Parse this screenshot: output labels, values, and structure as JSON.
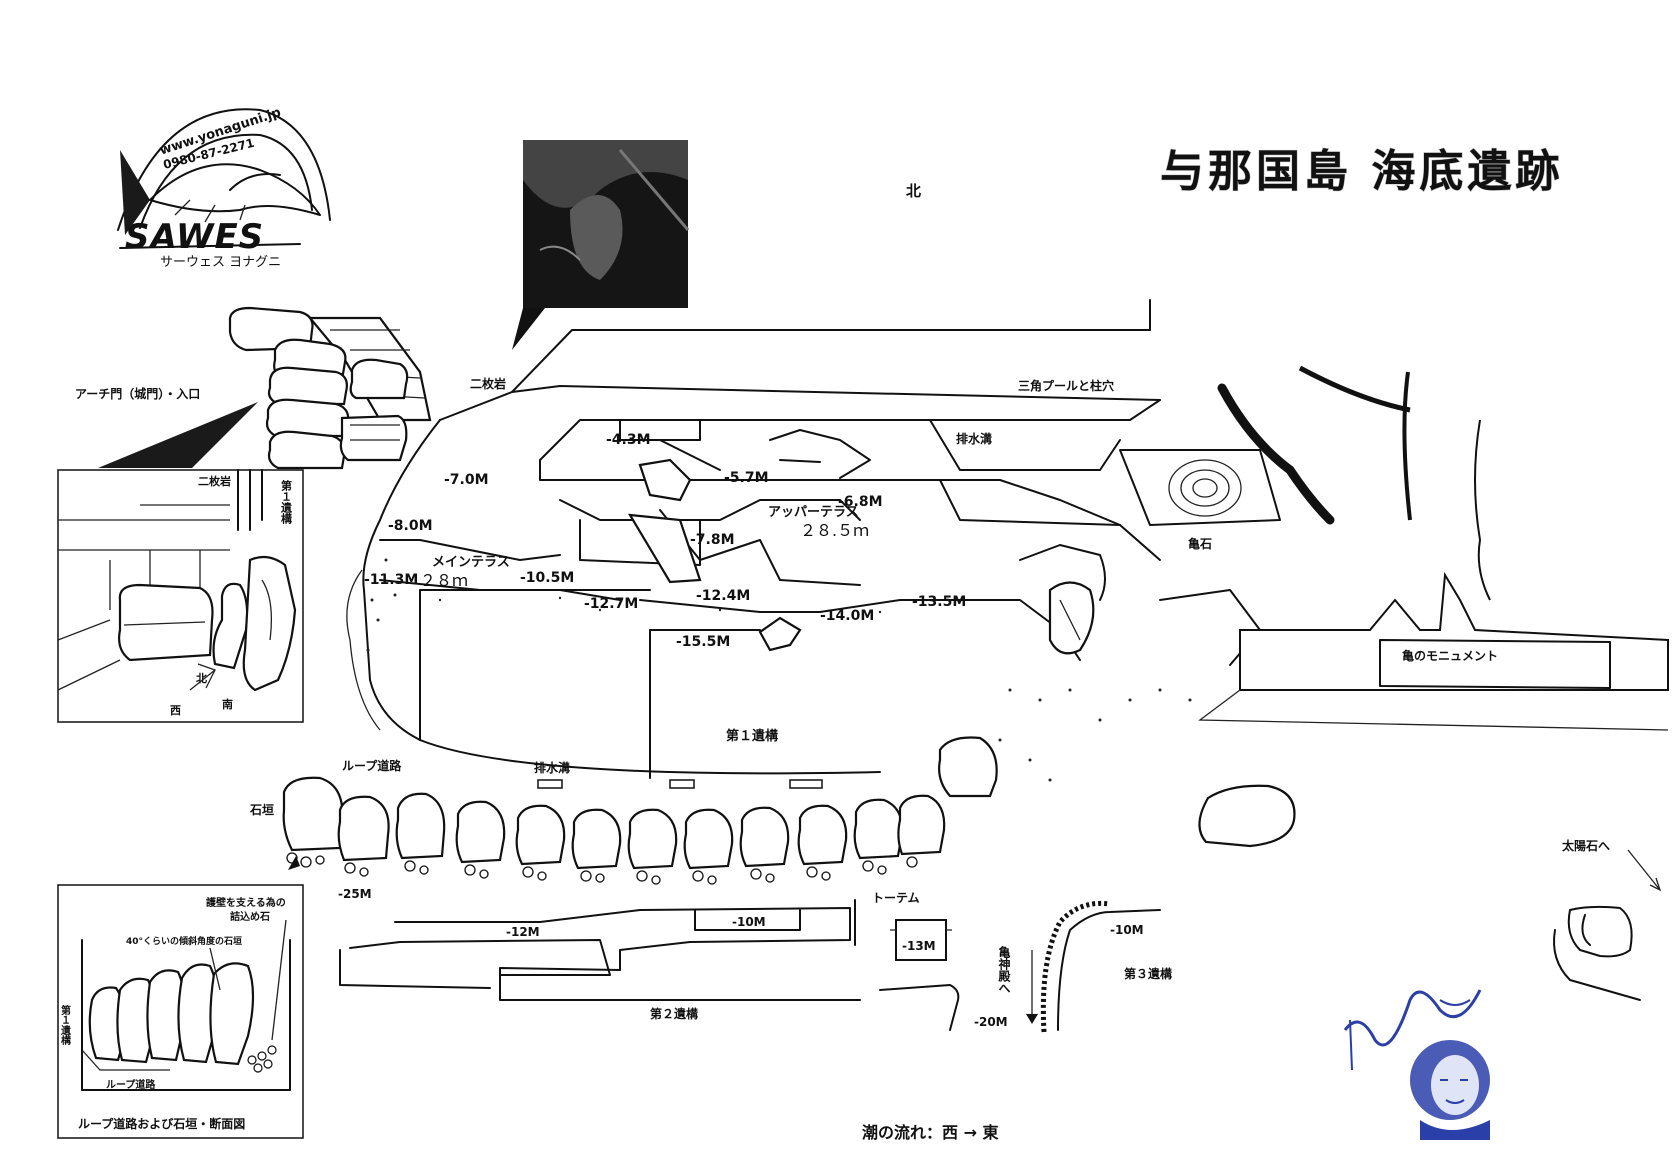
{
  "title": "与那国島 海底遺跡",
  "north": "北",
  "logo": {
    "url": "www.yonaguni.jp",
    "phone": "0980-87-2271",
    "brand": "SAWES",
    "brand_kana": "サーウェス ヨナグニ"
  },
  "labels": {
    "arch_gate": "アーチ門（城門）・入口",
    "nimaiiwa_top": "二枚岩",
    "nimaiiwa_inset": "二枚岩",
    "inset_side": "第１遺構",
    "inset_north": "北",
    "inset_west": "西",
    "inset_south": "南",
    "triangle_pool": "三角プールと柱穴",
    "drain_top": "排水溝",
    "kameishi": "亀石",
    "turtle_monument": "亀のモニュメント",
    "upper_terrace": "アッパーテラス",
    "upper_terrace_len": "２８.５ｍ",
    "main_terrace": "メインテラス",
    "main_terrace_len": "２８ｍ",
    "ruin1": "第１遺構",
    "drain_bottom": "排水溝",
    "loop_road": "ループ道路",
    "stone_wall": "石垣",
    "totem": "トーテム",
    "ruin2": "第２遺構",
    "ruin3": "第３遺構",
    "to_turtle_shrine": "亀神殿へ",
    "to_sun_stone": "太陽石へ",
    "section_note1": "護壁を支える為の",
    "section_note2": "詰込め石",
    "section_angle": "40°くらいの傾斜角度の石垣",
    "section_side": "第１遺構",
    "section_loop": "ループ道路",
    "section_caption": "ループ道路および石垣・断面図",
    "tide": "潮の流れ：西 → 東"
  },
  "depths": {
    "d43": "-4.3M",
    "d57": "-5.7M",
    "d68": "-6.8M",
    "d70": "-7.0M",
    "d78": "-7.8M",
    "d80": "-8.0M",
    "d105": "-10.5M",
    "d113": "-11.3M",
    "d124": "-12.4M",
    "d127": "-12.7M",
    "d135": "-13.5M",
    "d140": "-14.0M",
    "d155": "-15.5M",
    "d25": "-25M",
    "d12": "-12M",
    "d10a": "-10M",
    "d13": "-13M",
    "d20": "-20M",
    "d10b": "-10M"
  },
  "colors": {
    "ink": "#111111",
    "signature_blue": "#2a3fa8",
    "paper": "#ffffff"
  }
}
